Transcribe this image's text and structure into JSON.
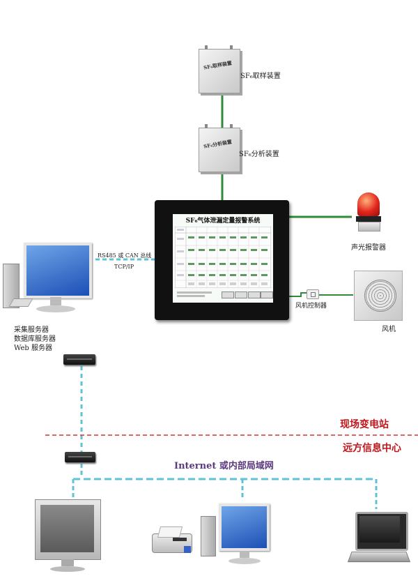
{
  "devices": {
    "sampler": {
      "label": "SF₆取样装置",
      "box_text": "SF₆取样装置"
    },
    "analyzer": {
      "label": "SF₆分析装置",
      "box_text": "SF₆分析装置"
    },
    "alarm": {
      "label": "声光报警器"
    },
    "fan_controller": {
      "label": "风机控制器"
    },
    "fan": {
      "label": "风机"
    },
    "servers": {
      "lines": [
        "采集服务器",
        "数据库服务器",
        "Web 服务器"
      ]
    }
  },
  "links": {
    "bus": "RS485 或 CAN 总线",
    "tcp": "TCP/IP"
  },
  "main_screen": {
    "title": "SF₆气体泄漏定量报警系统"
  },
  "zones": {
    "site": "现场变电站",
    "remote": "远方信息中心"
  },
  "network": {
    "label": "Internet 或内部局域网"
  },
  "colors": {
    "green_wire": "#2e8b3a",
    "dashed_blue": "#5fc3d6",
    "zone_red": "#c0161b",
    "network_purple": "#5b3a7e"
  }
}
